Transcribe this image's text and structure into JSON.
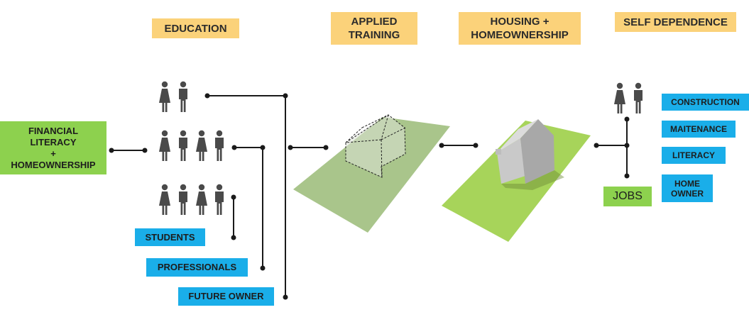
{
  "colors": {
    "header_bg": "#fbd27a",
    "tag_bg": "#1aaee9",
    "green_bg": "#8dd14e",
    "line": "#1a1a1a",
    "person": "#4a4a4a"
  },
  "headers": {
    "education": "EDUCATION",
    "applied_training": "APPLIED\nTRAINING",
    "housing": "HOUSING +\nHOMEOWNERSHIP",
    "self_dependence": "SELF DEPENDENCE"
  },
  "start_box": "FINANCIAL\nLITERACY\n+\nHOMEOWNERSHIP",
  "groups": {
    "students": "STUDENTS",
    "professionals": "PROFESSIONALS",
    "future_owner": "FUTURE OWNER"
  },
  "jobs": "JOBS",
  "job_tags": {
    "construction": "CONSTRUCTION",
    "maintenance": "MAITENANCE",
    "literacy": "LITERACY",
    "home_owner": "HOME\nOWNER"
  },
  "icons": {
    "person_pair": "male-female-pair-icon",
    "person_group": "people-group-icon",
    "house_frame": "wireframe-house-icon",
    "house_solid": "solid-house-icon"
  }
}
